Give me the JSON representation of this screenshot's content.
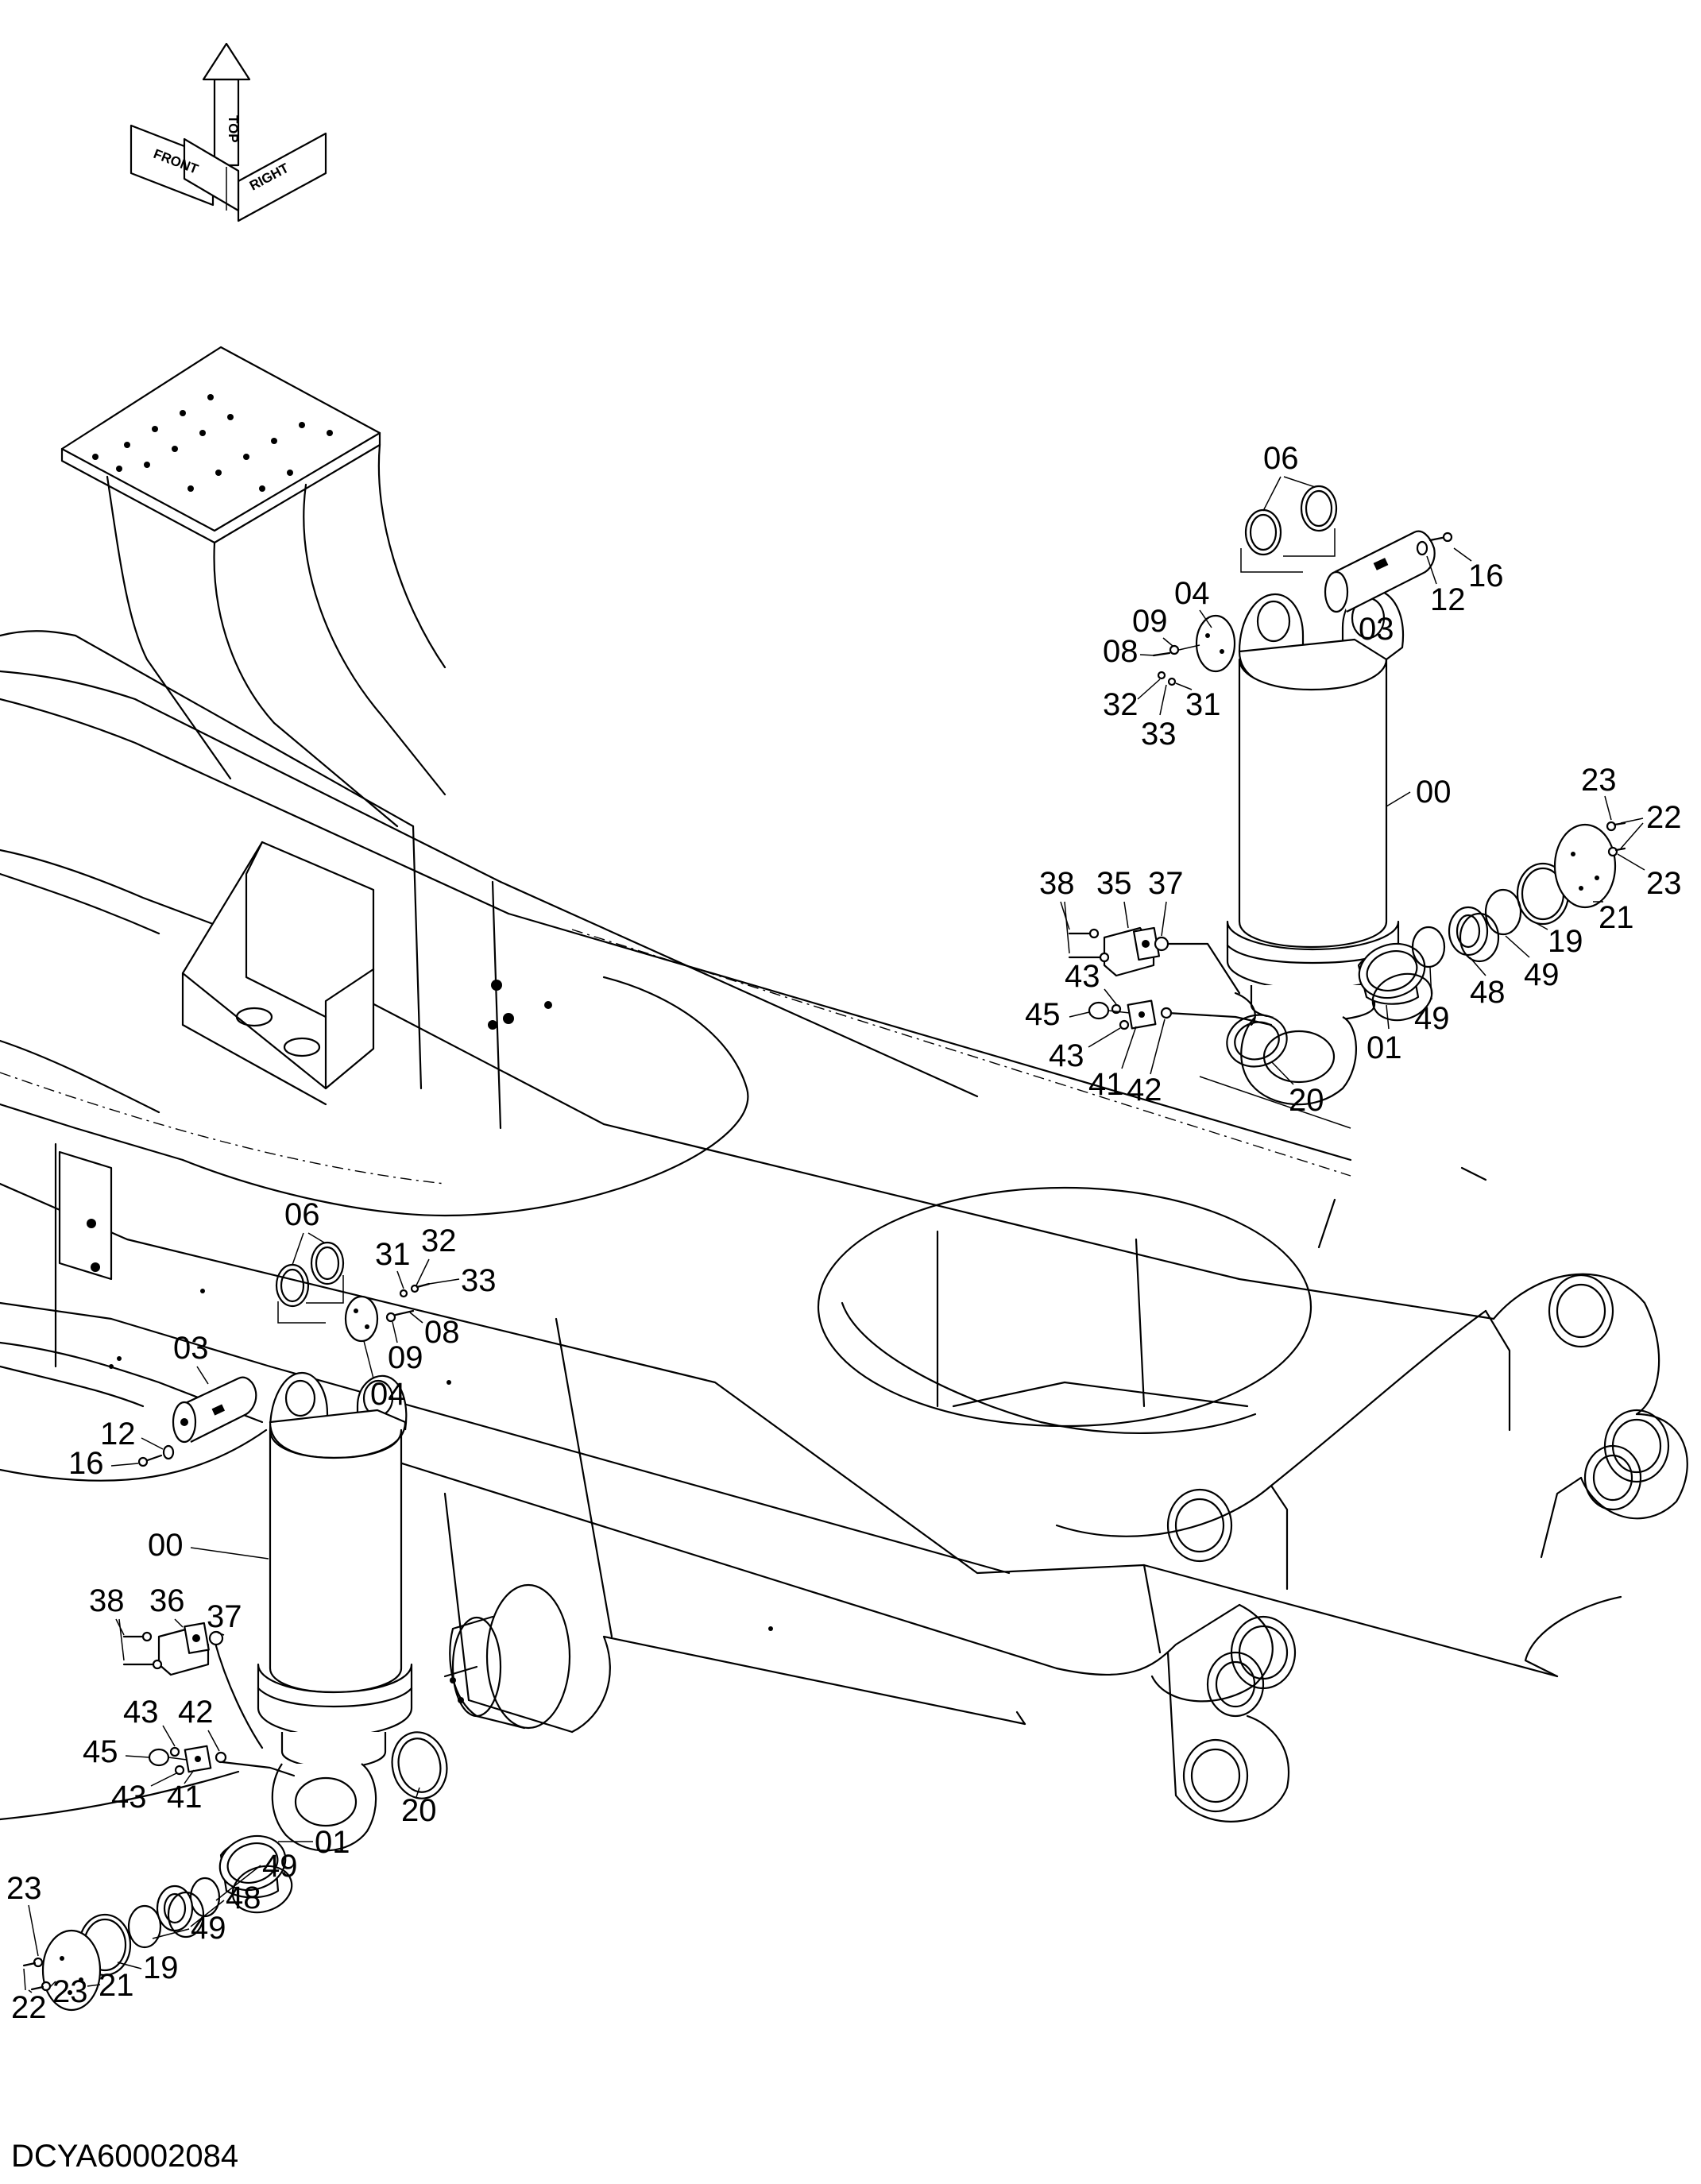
{
  "drawing_id": "DCYA60002084",
  "orientation": {
    "front": "FRONT",
    "top": "TOP",
    "right": "RIGHT"
  },
  "callouts": {
    "upper": [
      "06",
      "16",
      "12",
      "03",
      "04",
      "09",
      "08",
      "32",
      "31",
      "33",
      "00",
      "23",
      "22",
      "23",
      "38",
      "35",
      "37",
      "21",
      "19",
      "43",
      "45",
      "43",
      "41",
      "42",
      "48",
      "49",
      "49",
      "01",
      "20"
    ],
    "lower": [
      "06",
      "31",
      "32",
      "33",
      "08",
      "09",
      "03",
      "04",
      "12",
      "16",
      "00",
      "38",
      "36",
      "37",
      "43",
      "42",
      "45",
      "43",
      "41",
      "01",
      "20",
      "49",
      "48",
      "49",
      "23",
      "19",
      "21",
      "22",
      "23"
    ]
  }
}
